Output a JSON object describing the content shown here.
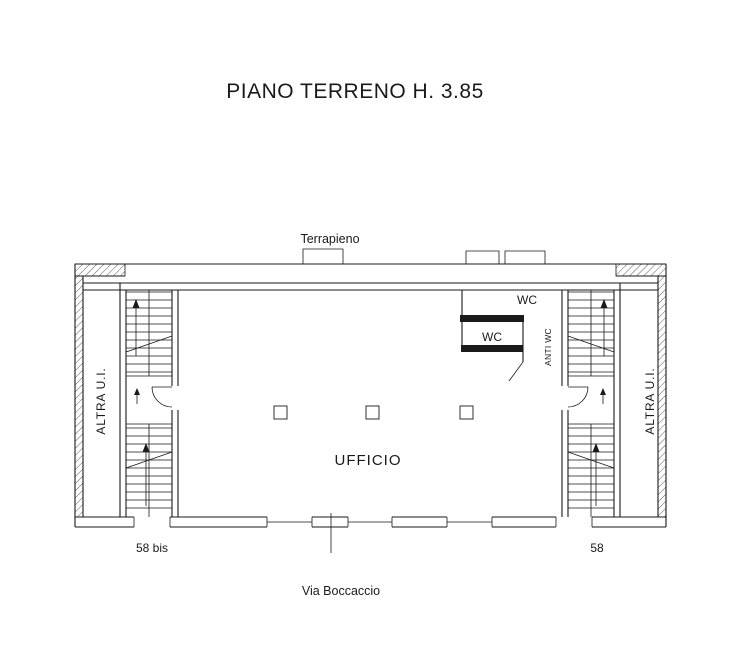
{
  "title": "PIANO TERRENO H. 3.85",
  "labels": {
    "terrapieno": "Terrapieno",
    "wc_upper": "WC",
    "wc_lower": "WC",
    "anti_wc": "ANTI WC",
    "altra_ui_left": "ALTRA U.I.",
    "altra_ui_right": "ALTRA U.I.",
    "ufficio": "UFFICIO",
    "door_left": "58 bis",
    "door_right": "58",
    "street": "Via Boccaccio"
  },
  "colors": {
    "line": "#1a1a1a",
    "background": "#ffffff"
  }
}
